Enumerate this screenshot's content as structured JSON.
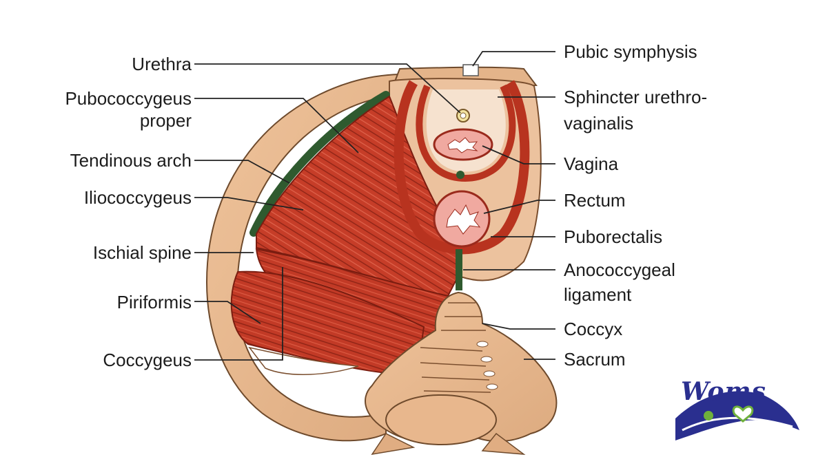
{
  "labels_left": [
    {
      "id": "urethra",
      "text": "Urethra"
    },
    {
      "id": "pubococcygeus-1",
      "text": "Pubococcygeus"
    },
    {
      "id": "pubococcygeus-2",
      "text": "proper"
    },
    {
      "id": "tendinous-arch",
      "text": "Tendinous arch"
    },
    {
      "id": "iliococcygeus",
      "text": "Iliococcygeus"
    },
    {
      "id": "ischial-spine",
      "text": "Ischial spine"
    },
    {
      "id": "piriformis",
      "text": "Piriformis"
    },
    {
      "id": "coccygeus",
      "text": "Coccygeus"
    }
  ],
  "labels_right": [
    {
      "id": "pubic-symphysis",
      "text": "Pubic symphysis"
    },
    {
      "id": "sphincter-1",
      "text": "Sphincter urethro-"
    },
    {
      "id": "sphincter-2",
      "text": "vaginalis"
    },
    {
      "id": "vagina",
      "text": "Vagina"
    },
    {
      "id": "rectum",
      "text": "Rectum"
    },
    {
      "id": "puborectalis",
      "text": "Puborectalis"
    },
    {
      "id": "anococcygeal-1",
      "text": "Anococcygeal"
    },
    {
      "id": "anococcygeal-2",
      "text": "ligament"
    },
    {
      "id": "coccyx",
      "text": "Coccyx"
    },
    {
      "id": "sacrum",
      "text": "Sacrum"
    }
  ],
  "logo": {
    "text": "Woms",
    "icon": "leaf-heart-icon"
  },
  "colors": {
    "bone": "#e8b98f",
    "muscle": "#c23a26",
    "tendon": "#2f5a2f",
    "line": "#222222",
    "logo": "#2a2f8f"
  }
}
